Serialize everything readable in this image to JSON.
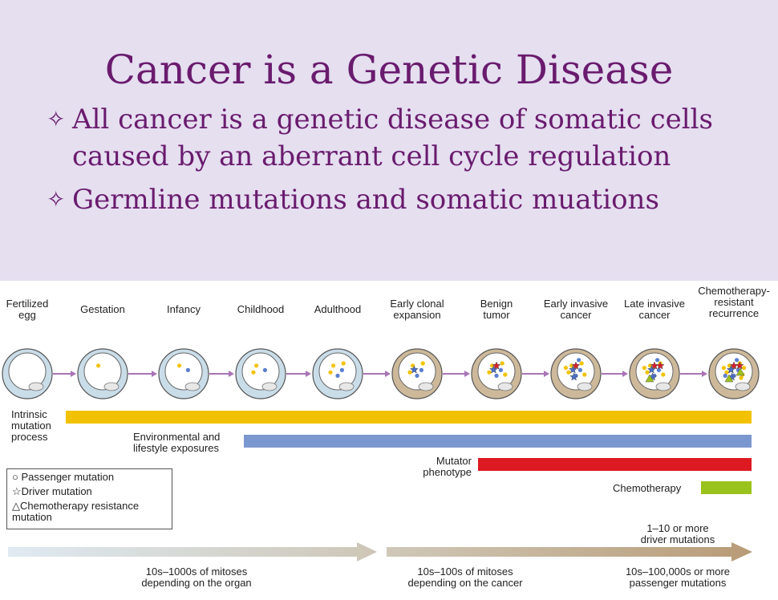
{
  "slide": {
    "title": "Cancer is a Genetic Disease",
    "bullets": [
      {
        "mark": "✧",
        "text": "All cancer is a genetic disease of somatic cells caused by an aberrant cell cycle regulation"
      },
      {
        "mark": "✧",
        "text": "Germline mutations and somatic muations"
      }
    ]
  },
  "figure": {
    "stages": [
      {
        "label": "Fertilized\negg",
        "passengers": 0,
        "drivers": 0,
        "resistance": 0
      },
      {
        "label": "Gestation",
        "passengers": 1,
        "drivers": 0,
        "resistance": 0
      },
      {
        "label": "Infancy",
        "passengers": 2,
        "drivers": 0,
        "resistance": 0
      },
      {
        "label": "Childhood",
        "passengers": 3,
        "drivers": 0,
        "resistance": 0
      },
      {
        "label": "Adulthood",
        "passengers": 5,
        "drivers": 0,
        "resistance": 0
      },
      {
        "label": "Early clonal\nexpansion",
        "passengers": 5,
        "drivers": 1,
        "resistance": 0
      },
      {
        "label": "Benign\ntumor",
        "passengers": 6,
        "drivers": 2,
        "resistance": 0
      },
      {
        "label": "Early invasive\ncancer",
        "passengers": 8,
        "drivers": 3,
        "resistance": 0
      },
      {
        "label": "Late invasive\ncancer",
        "passengers": 9,
        "drivers": 4,
        "resistance": 1
      },
      {
        "label": "Chemotherapy-\nresistant\nrecurrence",
        "passengers": 12,
        "drivers": 5,
        "resistance": 2
      }
    ],
    "processes": {
      "intrinsic": {
        "label": "Intrinsic\nmutation\nprocess",
        "color": "#f2c200"
      },
      "environmental": {
        "label": "Environmental and\nlifestyle exposures",
        "color": "#7b97cf"
      },
      "mutator": {
        "label": "Mutator\nphenotype",
        "color": "#dd1a22"
      },
      "chemotherapy": {
        "label": "Chemotherapy",
        "color": "#9ac21c"
      }
    },
    "legend": {
      "passenger": "○ Passenger mutation",
      "driver": "☆Driver mutation",
      "resistance": "△Chemotherapy resistance\n   mutation"
    },
    "timeline": {
      "driver_note": "1–10 or more\ndriver mutations",
      "mitoses_organ": "10s–1000s of mitoses\ndepending on the organ",
      "mitoses_cancer": "10s–100s of mitoses\ndepending on the cancer",
      "passenger_note": "10s–100,000s or more\npassenger mutations"
    },
    "colors": {
      "arrow": "#a974b8",
      "cell_normal": "#c9dde9",
      "cell_tumor": "#cdb99a",
      "passenger": "#f2c200",
      "passenger_blue": "#5a7fd0",
      "driver_blue": "#4a6fc8",
      "driver_red": "#d51f2a"
    }
  }
}
